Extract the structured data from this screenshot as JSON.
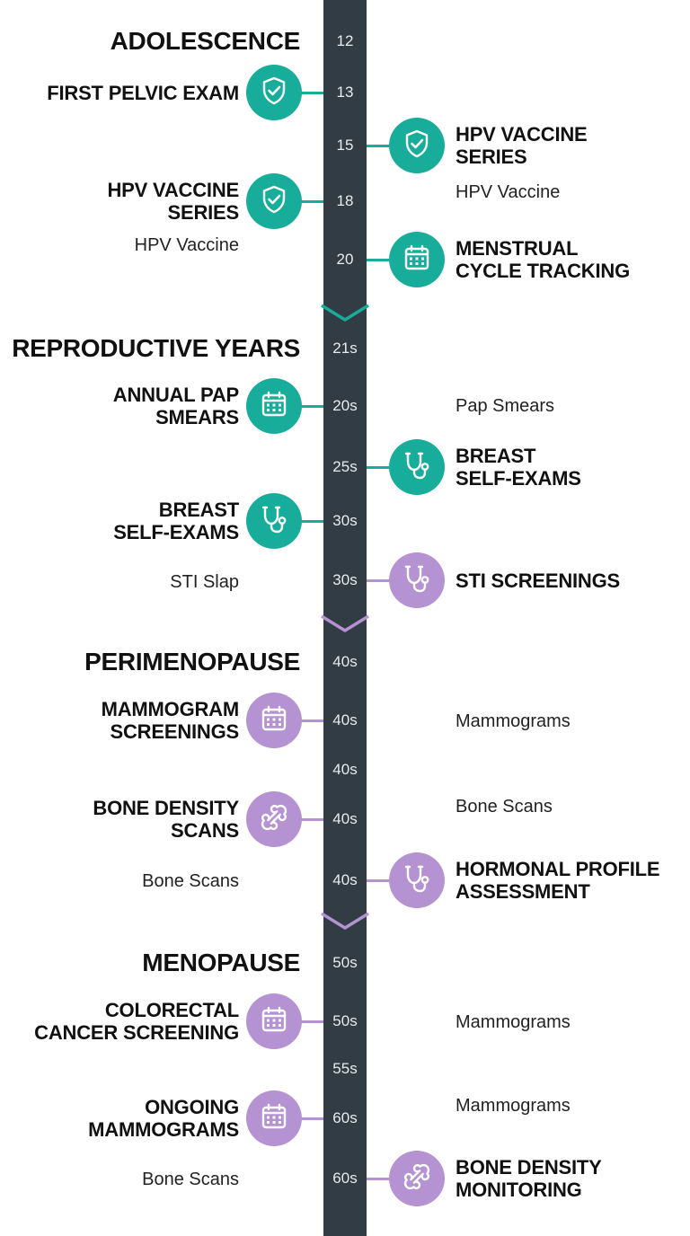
{
  "colors": {
    "spine": "#323c44",
    "teal": "#17ad9a",
    "purple": "#b592d2",
    "text": "#111111",
    "age_text": "#e6ecef"
  },
  "sections": [
    {
      "title": "ADOLESCENCE",
      "age": "12",
      "color": "teal"
    },
    {
      "title": "REPRODUCTIVE YEARS",
      "age": "21s",
      "color": "teal"
    },
    {
      "title": "PERIMENOPAUSE",
      "age": "40s",
      "color": "purple"
    },
    {
      "title": "MENOPAUSE",
      "age": "50s",
      "color": "purple"
    }
  ],
  "items": [
    {
      "side": "left",
      "age": "13",
      "icon": "shield-check-icon",
      "color": "teal",
      "label": [
        "FIRST PELVIC EXAM"
      ]
    },
    {
      "side": "right",
      "age": "15",
      "icon": "shield-check-icon",
      "color": "teal",
      "label": [
        "HPV VACCINE",
        "SERIES"
      ]
    },
    {
      "side": "left",
      "age": "18",
      "icon": "shield-check-icon",
      "color": "teal",
      "label": [
        "HPV VACCINE",
        "SERIES"
      ]
    },
    {
      "side": "right",
      "age": "20",
      "icon": "calendar-icon",
      "color": "teal",
      "label": [
        "MENSTRUAL",
        "CYCLE TRACKING"
      ]
    },
    {
      "side": "left",
      "age": "20s",
      "icon": "calendar-icon",
      "color": "teal",
      "label": [
        "ANNUAL PAP",
        "SMEARS"
      ]
    },
    {
      "side": "right",
      "age": "25s",
      "icon": "stethoscope-icon",
      "color": "teal",
      "label": [
        "BREAST",
        "SELF-EXAMS"
      ]
    },
    {
      "side": "left",
      "age": "30s",
      "icon": "stethoscope-icon",
      "color": "teal",
      "label": [
        "BREAST",
        "SELF-EXAMS"
      ]
    },
    {
      "side": "right",
      "age": "30s",
      "icon": "stethoscope-icon",
      "color": "purple",
      "label": [
        "STI SCREENINGS"
      ]
    },
    {
      "side": "left",
      "age": "40s",
      "icon": "calendar-icon",
      "color": "purple",
      "label": [
        "MAMMOGRAM",
        "SCREENINGS"
      ]
    },
    {
      "side": "left",
      "age": "40s",
      "icon": "bone-icon",
      "color": "purple",
      "label": [
        "BONE DENSITY",
        "SCANS"
      ]
    },
    {
      "side": "right",
      "age": "40s",
      "icon": "stethoscope-icon",
      "color": "purple",
      "label": [
        "HORMONAL PROFILE",
        "ASSESSMENT"
      ]
    },
    {
      "side": "left",
      "age": "50s",
      "icon": "calendar-icon",
      "color": "purple",
      "label": [
        "COLORECTAL",
        "CANCER SCREENING"
      ]
    },
    {
      "side": "left",
      "age": "60s",
      "icon": "calendar-icon",
      "color": "purple",
      "label": [
        "ONGOING",
        "MAMMOGRAMS"
      ]
    },
    {
      "side": "right",
      "age": "60s",
      "icon": "bone-icon",
      "color": "purple",
      "label": [
        "BONE DENSITY",
        "MONITORING"
      ]
    }
  ],
  "extra_ages": [
    "40s",
    "55s"
  ],
  "notes": [
    {
      "side": "right",
      "text": "HPV Vaccine"
    },
    {
      "side": "left",
      "text": "HPV Vaccine"
    },
    {
      "side": "right",
      "text": "Pap Smears"
    },
    {
      "side": "left",
      "text": "STI Slap"
    },
    {
      "side": "right",
      "text": "Mammograms"
    },
    {
      "side": "right",
      "text": "Bone Scans"
    },
    {
      "side": "left",
      "text": "Bone Scans"
    },
    {
      "side": "right",
      "text": "Mammograms"
    },
    {
      "side": "right",
      "text": "Mammograms"
    },
    {
      "side": "left",
      "text": "Bone Scans"
    }
  ],
  "dividers": [
    "teal",
    "purple",
    "purple"
  ]
}
